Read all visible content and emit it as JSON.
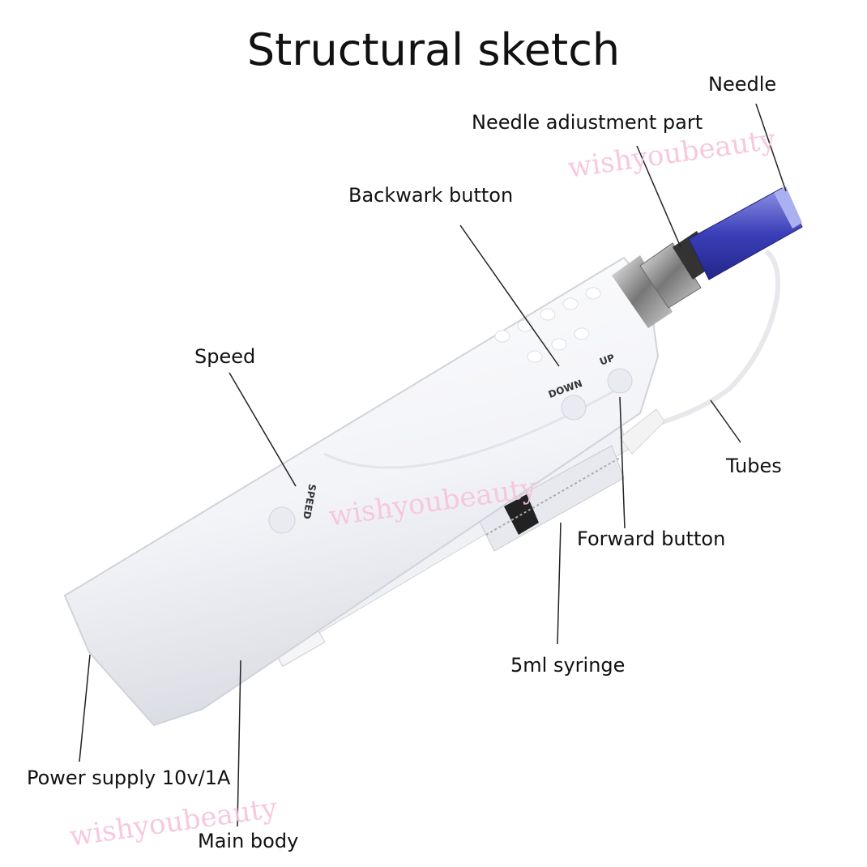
{
  "title": "Structural sketch",
  "labels": {
    "needle": "Needle",
    "needle_adjustment": "Needle adiustment part",
    "backward_button": "Backwark button",
    "speed": "Speed",
    "tubes": "Tubes",
    "forward_button": "Forward button",
    "syringe": "5ml syringe",
    "power_supply": "Power supply 10v/1A",
    "main_body": "Main body"
  },
  "device_text": {
    "speed": "SPEED",
    "down": "DOWN",
    "up": "UP"
  },
  "watermark": "wishyoubeauty",
  "colors": {
    "cartridge": "#3b3fb8",
    "watermark": "#f7c3dc"
  }
}
